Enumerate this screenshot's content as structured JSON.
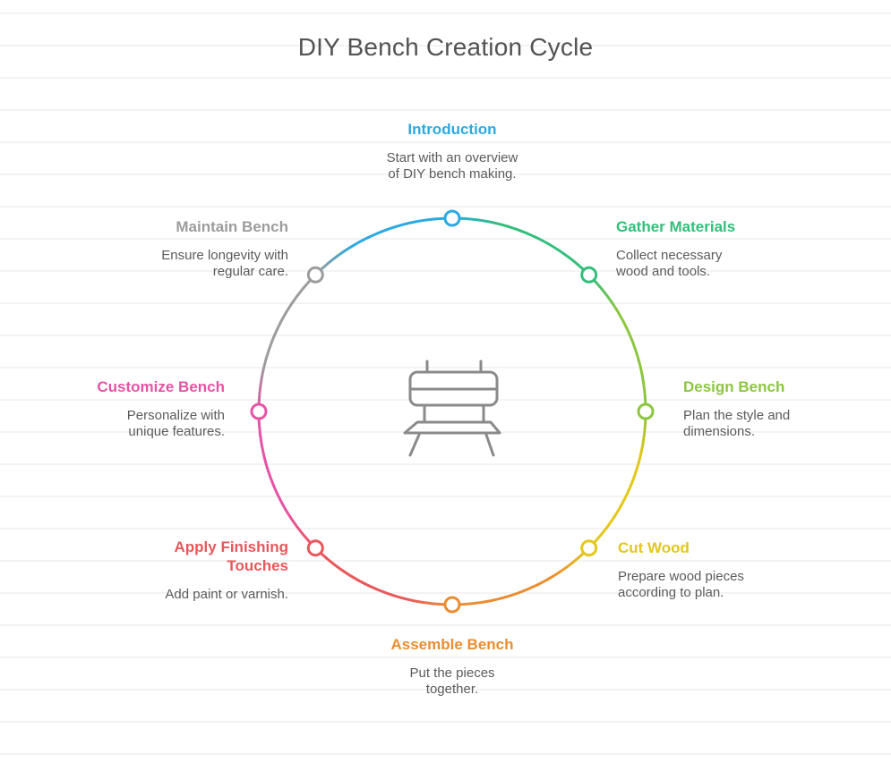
{
  "page": {
    "title": "DIY Bench Creation Cycle"
  },
  "diagram": {
    "type": "cycle",
    "center_icon": {
      "name": "bench-icon",
      "color": "#8A8A8A"
    },
    "stages": [
      {
        "id": "introduction",
        "label": "Introduction",
        "description": "Start with an overview\nof DIY bench making.",
        "color": "#2BA9E1",
        "position": "top"
      },
      {
        "id": "gather-materials",
        "label": "Gather Materials",
        "description": "Collect necessary\nwood and tools.",
        "color": "#32BE7B",
        "position": "upper-right"
      },
      {
        "id": "design-bench",
        "label": "Design Bench",
        "description": "Plan the style and\ndimensions.",
        "color": "#8CC63F",
        "position": "right"
      },
      {
        "id": "cut-wood",
        "label": "Cut Wood",
        "description": "Prepare wood pieces\naccording to plan.",
        "color": "#E3C71A",
        "position": "lower-right"
      },
      {
        "id": "assemble-bench",
        "label": "Assemble Bench",
        "description": "Put the pieces\ntogether.",
        "color": "#EB8D2F",
        "position": "bottom"
      },
      {
        "id": "apply-finishing-touches",
        "label": "Apply Finishing Touches",
        "description": "Add paint or varnish.",
        "color": "#E9575B",
        "position": "lower-left"
      },
      {
        "id": "customize-bench",
        "label": "Customize Bench",
        "description": "Personalize with\nunique features.",
        "color": "#E653A5",
        "position": "left"
      },
      {
        "id": "maintain-bench",
        "label": "Maintain Bench",
        "description": "Ensure longevity with\nregular care.",
        "color": "#9C9C9C",
        "position": "upper-left"
      }
    ]
  }
}
